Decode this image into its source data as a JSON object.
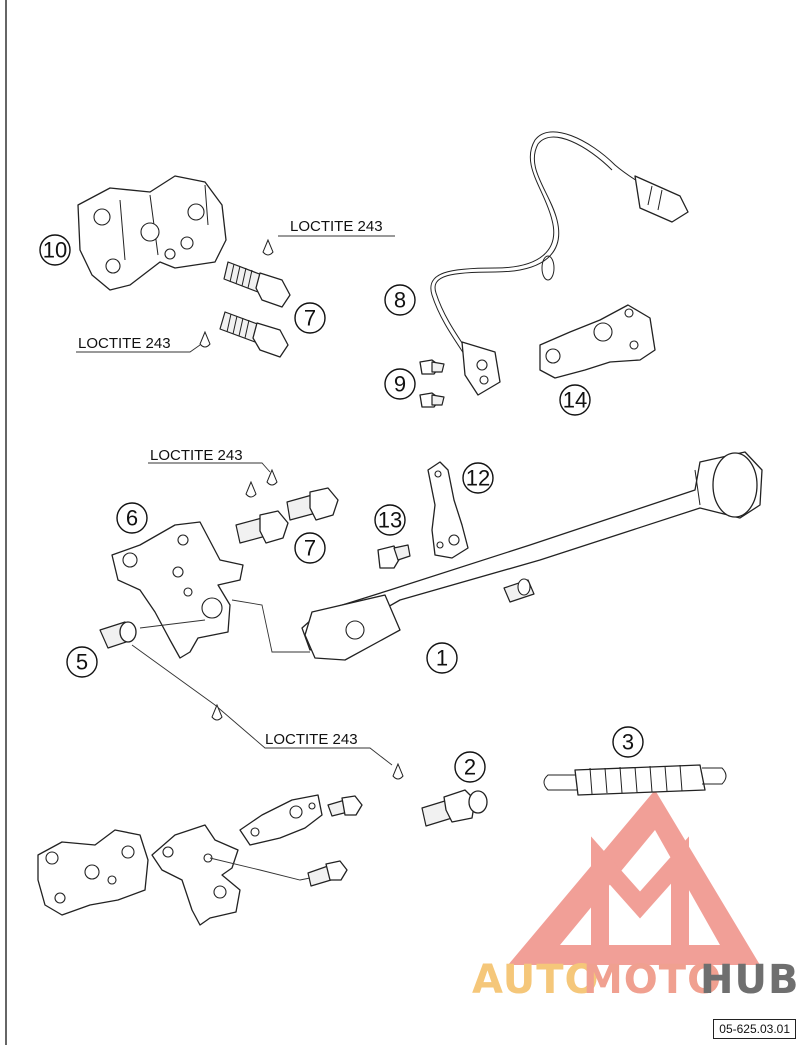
{
  "callouts": {
    "c1": "1",
    "c2": "2",
    "c3": "3",
    "c5": "5",
    "c6": "6",
    "c7a": "7",
    "c7b": "7",
    "c8": "8",
    "c9": "9",
    "c10": "10",
    "c12": "12",
    "c13": "13",
    "c14": "14"
  },
  "notes": {
    "loctite_top": "LOCTITE 243",
    "loctite_left": "LOCTITE 243",
    "loctite_mid": "LOCTITE 243",
    "loctite_bottom": "LOCTITE 243"
  },
  "watermark": {
    "part1": "AUTO",
    "part2": "MOTO",
    "part3": "HUB",
    "colors": {
      "part1": "#f5c77a",
      "part2": "#f0a090",
      "part3": "#6f6f6f",
      "logo": "#ef8f86"
    }
  },
  "doc_id": "05-625.03.01"
}
